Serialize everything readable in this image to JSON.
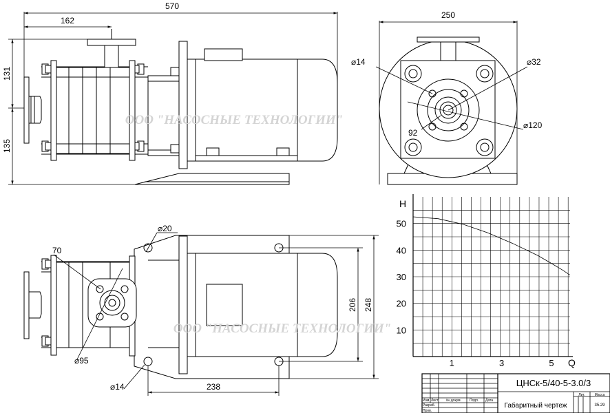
{
  "watermark": "ООО \"НАСОСНЫЕ ТЕХНОЛОГИИ\"",
  "side_view": {
    "dim_length": "570",
    "dim_outlet_offset": "162",
    "dim_upper_height": "131",
    "dim_lower_height": "135"
  },
  "front_view": {
    "dim_width": "250",
    "dim_d14": "⌀14",
    "dim_d32": "⌀32",
    "dim_92": "92",
    "dim_d120": "⌀120"
  },
  "top_view": {
    "dim_d20": "⌀20",
    "dim_70": "70",
    "dim_206": "206",
    "dim_248": "248",
    "dim_d95": "⌀95",
    "dim_d14": "⌀14",
    "dim_238": "238"
  },
  "chart_data": {
    "type": "line",
    "title": "",
    "xlabel": "Q",
    "ylabel": "H",
    "xlim": [
      0,
      6.3
    ],
    "ylim": [
      0,
      60
    ],
    "grid": true,
    "x_tick_labels": [
      "1",
      "3",
      "5"
    ],
    "x_ticks": [
      1,
      3,
      5
    ],
    "y_tick_labels": [
      "10",
      "20",
      "30",
      "40",
      "50"
    ],
    "y_ticks": [
      10,
      20,
      30,
      40,
      50
    ],
    "series": [
      {
        "x": [
          0,
          1,
          2,
          3,
          4,
          5,
          5.5,
          6,
          6.3
        ],
        "y": [
          52.5,
          51.8,
          49.7,
          46.5,
          42.5,
          38,
          35.3,
          32.5,
          30.6
        ]
      }
    ]
  },
  "title_block": {
    "designation": "ЦНСк-5/40-5-3.0/3",
    "doc_name": "Габаритный чертеж",
    "lit_header": "Лит.",
    "mass_header": "Масса",
    "mass_value": "35.29",
    "col_izm": "Изм",
    "col_list": "Лист",
    "col_doc": "№ докум.",
    "col_sign": "Подп.",
    "col_date": "Дата",
    "row_razrab": "Разраб.",
    "row_prov": "Пров."
  }
}
